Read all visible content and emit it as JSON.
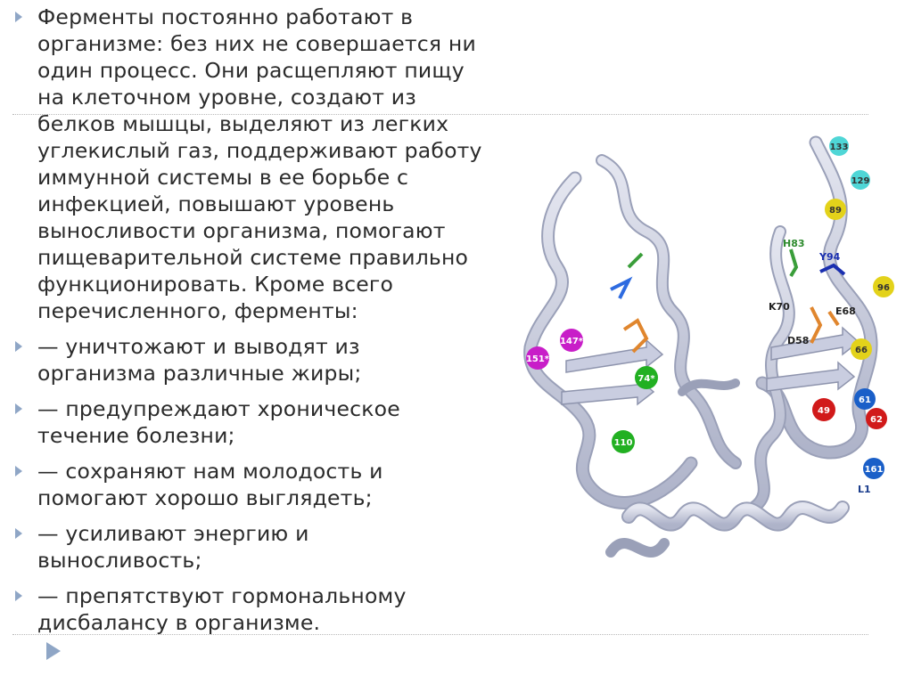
{
  "slide": {
    "bullets": [
      {
        "text": "Ферменты постоянно работают в\nорганизме: без них не совершается ни\nодин процесс. Они расщепляют пищу\nна клеточном уровне, создают из\nбелков мышцы, выделяют из легких\nуглекислый газ, поддерживают работу\nиммунной системы в ее борьбе с\nинфекцией, повышают уровень\nвыносливости организма, помогают\nпищеварительной системе правильно\nфункционировать. Кроме всего\nперечисленного, ферменты:"
      },
      {
        "text": "— уничтожают и выводят из\nорганизма различные жиры;"
      },
      {
        "text": "— предупреждают хроническое\nтечение болезни;"
      },
      {
        "text": "— сохраняют нам молодость и\nпомогают хорошо выглядеть;"
      },
      {
        "text": "— усиливают энергию и\nвыносливость;"
      },
      {
        "text": "— препятствуют гормональному\nдисбалансу в организме."
      }
    ]
  },
  "figure": {
    "residues": [
      {
        "label": "133",
        "color": "#4fd6d6"
      },
      {
        "label": "129",
        "color": "#4fd6d6"
      },
      {
        "label": "89",
        "color": "#e3d21a"
      },
      {
        "label": "96",
        "color": "#e3d21a"
      },
      {
        "label": "66",
        "color": "#e3d21a"
      },
      {
        "label": "147*",
        "color": "#c81ec8"
      },
      {
        "label": "151*",
        "color": "#c81ec8"
      },
      {
        "label": "74*",
        "color": "#22b022"
      },
      {
        "label": "110",
        "color": "#22b022"
      },
      {
        "label": "49",
        "color": "#d11a1a"
      },
      {
        "label": "61",
        "color": "#1a5fc8"
      },
      {
        "label": "62",
        "color": "#d11a1a"
      },
      {
        "label": "161",
        "color": "#1a5fc8"
      }
    ],
    "sites": [
      {
        "label": "H83",
        "color": "#2e8b2e"
      },
      {
        "label": "Y94",
        "color": "#1a2fb0"
      },
      {
        "label": "K70",
        "color": "#222222"
      },
      {
        "label": "E68",
        "color": "#222222"
      },
      {
        "label": "D58",
        "color": "#222222"
      },
      {
        "label": "L1",
        "color": "#1a3c8c"
      }
    ],
    "colors": {
      "ribbon": "#c9cde0",
      "ribbon_edge": "#9aa0b8",
      "arrow": "#8fa6c6"
    }
  }
}
